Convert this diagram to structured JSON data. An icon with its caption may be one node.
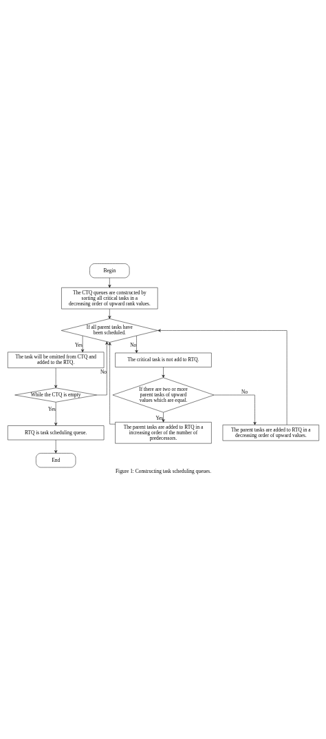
{
  "diagram": {
    "caption": "Figure 1: Constructing task scheduling queues.",
    "nodes": [
      {
        "text": [
          "Begin"
        ]
      },
      {
        "text": [
          "The CTQ queues are constructed by sorting all critical tasks in a decreasing order of upward rank values."
        ]
      },
      {
        "text": [
          "If all parent tasks have been scheduled."
        ]
      },
      {
        "text": [
          "The task will be omitted from CTQ and added to the RTQ."
        ]
      },
      {
        "text": [
          "The critical task is not add to RTQ."
        ]
      },
      {
        "text": [
          "If there are two or more parent tasks of upward values which are equal."
        ]
      },
      {
        "text": [
          "The parent tasks are added to RTQ in a increasing order of the number of predecessors."
        ]
      },
      {
        "text": [
          "The parent tasks are added to RTQ in a decreasing order of upward values."
        ]
      },
      {
        "text": [
          "While the CTQ is empty"
        ]
      },
      {
        "text": [
          "RTQ is task scheduling queue."
        ]
      },
      {
        "text": [
          "End"
        ]
      }
    ],
    "edges": [
      {
        "from": 0,
        "to": 1,
        "arrow": "to"
      },
      {
        "from": 1,
        "to": 2,
        "arrow": "to"
      },
      {
        "from": 2,
        "to": 3,
        "arrow": "to",
        "label": "Yes"
      },
      {
        "from": 2,
        "to": 4,
        "arrow": "to",
        "label": "No"
      },
      {
        "from": 3,
        "to": 8,
        "arrow": "to"
      },
      {
        "from": 4,
        "to": 5,
        "arrow": "to"
      },
      {
        "from": 5,
        "to": 6,
        "arrow": "to",
        "label": "Yes"
      },
      {
        "from": 5,
        "to": 7,
        "arrow": "to",
        "label": "No"
      },
      {
        "from": 6,
        "to": 2,
        "arrow": "to"
      },
      {
        "from": 7,
        "to": 2,
        "arrow": "to"
      },
      {
        "from": 8,
        "to": 2,
        "arrow": "to",
        "label": "No"
      },
      {
        "from": 8,
        "to": 9,
        "arrow": "to",
        "label": "Yes"
      },
      {
        "from": 9,
        "to": 10,
        "arrow": "to"
      }
    ]
  }
}
